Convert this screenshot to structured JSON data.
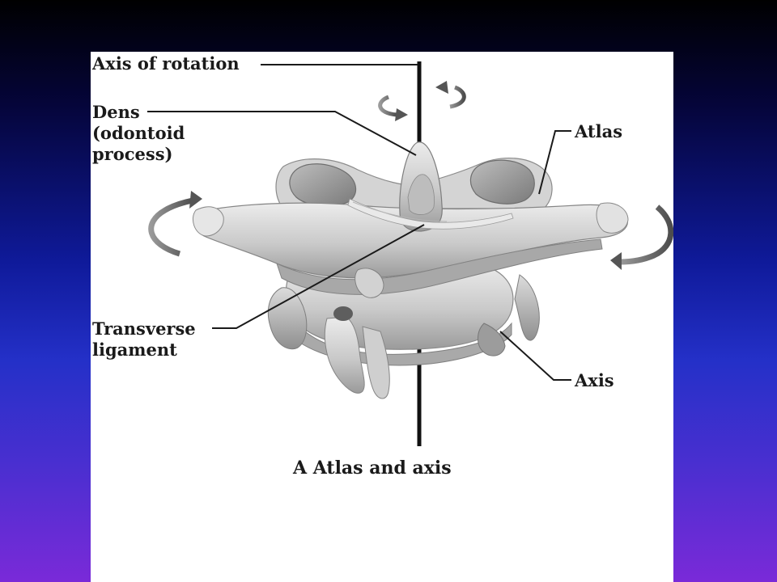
{
  "labels": {
    "axis_of_rotation": "Axis of rotation",
    "dens_line1": "Dens",
    "dens_line2": "(odontoid",
    "dens_line3": "process)",
    "atlas": "Atlas",
    "transverse_line1": "Transverse",
    "transverse_line2": "ligament",
    "axis": "Axis"
  },
  "caption": "A  Atlas and axis",
  "colors": {
    "background_top": "#000000",
    "background_mid": "#1a26b8",
    "background_bottom": "#7a2ad8",
    "panel": "#ffffff",
    "bone_light": "#e2e2e2",
    "bone_dark": "#9a9a9a",
    "leader_line": "#1a1a1a"
  }
}
